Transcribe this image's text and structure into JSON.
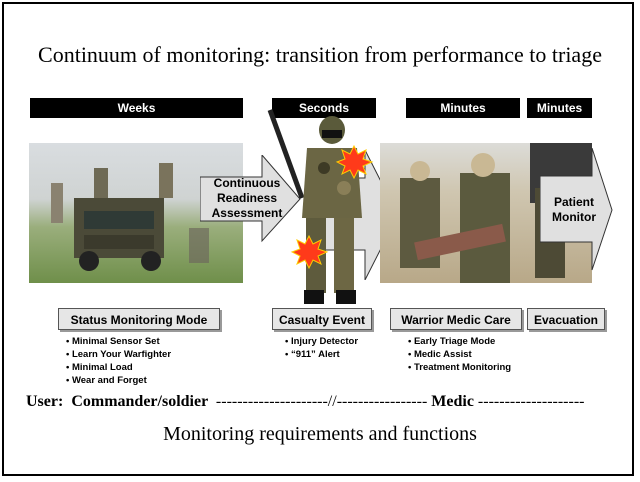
{
  "title": "Continuum of monitoring:  transition from performance to triage",
  "timeline": [
    "Weeks",
    "Seconds",
    "Minutes",
    "Minutes"
  ],
  "arrows": {
    "readiness": [
      "Continuous",
      "Readiness",
      "Assessment"
    ],
    "patient": [
      "Patient",
      "Monitor"
    ]
  },
  "phases": [
    {
      "label": "Status Monitoring Mode",
      "bullets": [
        "Minimal Sensor Set",
        "Learn Your Warfighter",
        "Minimal Load",
        "Wear and Forget"
      ]
    },
    {
      "label": "Casualty Event",
      "bullets": [
        "Injury Detector",
        "“911” Alert"
      ]
    },
    {
      "label": "Warrior Medic Care",
      "bullets": [
        "Early Triage Mode",
        "Medic Assist",
        "Treatment Monitoring"
      ]
    },
    {
      "label": "Evacuation",
      "bullets": []
    }
  ],
  "user_line": {
    "prefix": "User:  Commander/soldier  ",
    "dashes1": "---------------------//----------------- ",
    "medic": "Medic",
    "dashes2": " --------------------"
  },
  "footer": "Monitoring requirements and functions",
  "colors": {
    "arrow": "#e0e0e0",
    "burst": "#ff3a1a"
  }
}
